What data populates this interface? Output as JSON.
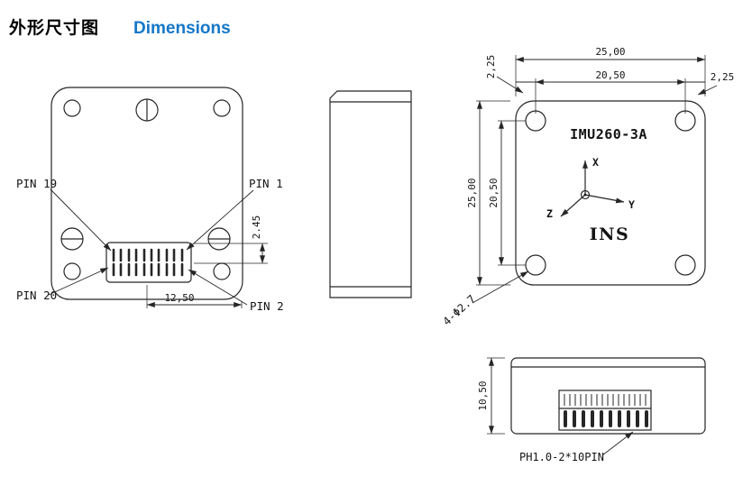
{
  "header": {
    "title_cn": "外形尺寸图",
    "title_en": "Dimensions",
    "accent_color": "#1577c8"
  },
  "front_view": {
    "pin19_label": "PIN 19",
    "pin1_label": "PIN 1",
    "pin20_label": "PIN 20",
    "pin2_label": "PIN 2",
    "dim_row_pitch": "2.45",
    "dim_connector": "12,50"
  },
  "top_view": {
    "model_label": "IMU260-3A",
    "logo_text": "INS",
    "axis_x_label": "X",
    "axis_y_label": "Y",
    "axis_z_label": "Z",
    "dim_outer_width": "25,00",
    "dim_hole_span_h": "20,50",
    "dim_corner_offset_left": "2,25",
    "dim_corner_offset_right": "2,25",
    "dim_outer_height": "25,00",
    "dim_hole_span_v": "20,50",
    "hole_callout": "4-Φ2.7"
  },
  "bottom_view": {
    "dim_height": "10,50",
    "connector_callout": "PH1.0-2*10PIN"
  }
}
